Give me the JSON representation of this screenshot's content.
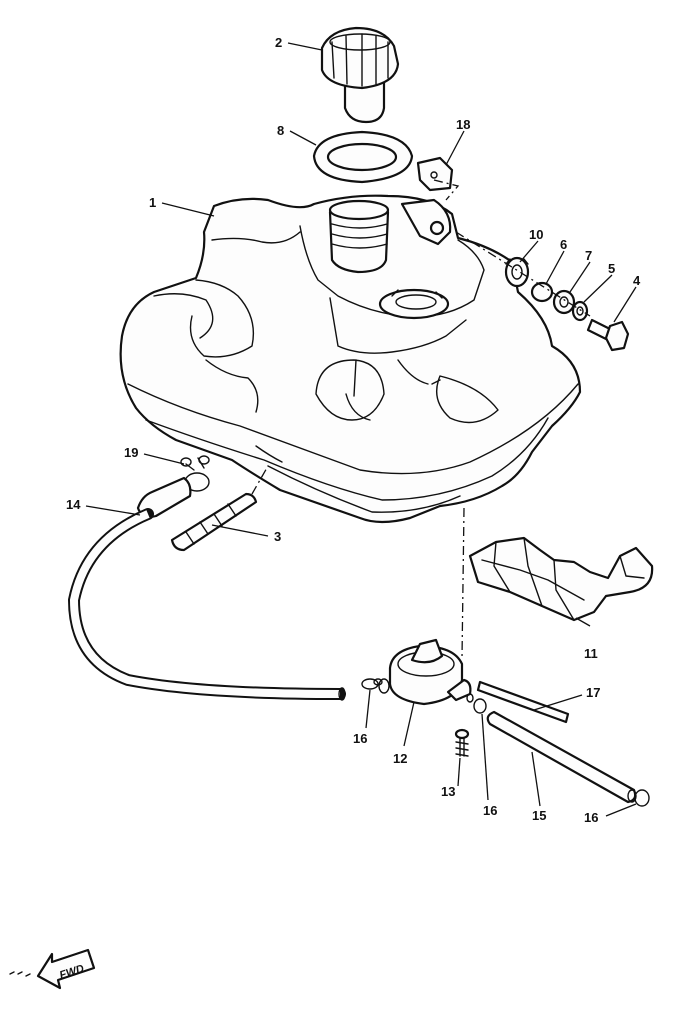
{
  "callouts": {
    "c1": "1",
    "c2": "2",
    "c3": "3",
    "c4": "4",
    "c5": "5",
    "c6": "6",
    "c7": "7",
    "c8": "8",
    "c10": "10",
    "c11": "11",
    "c12": "12",
    "c13": "13",
    "c14": "14",
    "c15": "15",
    "c16a": "16",
    "c16b": "16",
    "c16c": "16",
    "c17": "17",
    "c18": "18",
    "c19": "19"
  },
  "fwd_label": "FWD",
  "colors": {
    "line": "#111111",
    "background": "#ffffff"
  }
}
